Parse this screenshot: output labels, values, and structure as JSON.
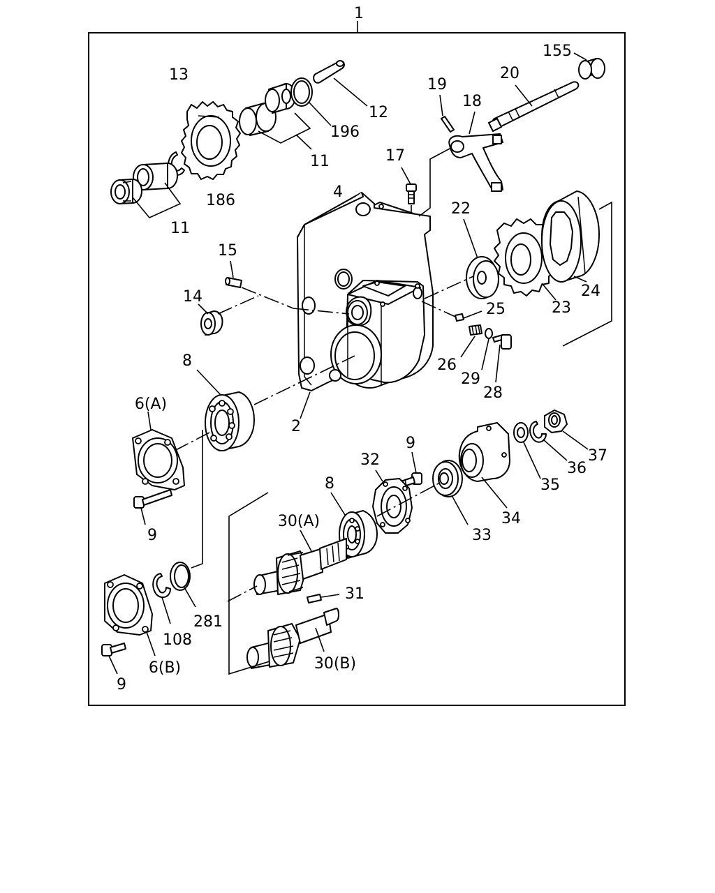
{
  "diagram": {
    "labels": {
      "assembly": "1",
      "l_155": "155",
      "l_13": "13",
      "l_20": "20",
      "l_12": "12",
      "l_19": "19",
      "l_18": "18",
      "l_196": "196",
      "l_11_top": "11",
      "l_17": "17",
      "l_186": "186",
      "l_4": "4",
      "l_11_left": "11",
      "l_22": "22",
      "l_15": "15",
      "l_24": "24",
      "l_14": "14",
      "l_23": "23",
      "l_25": "25",
      "l_8_top": "8",
      "l_26": "26",
      "l_29": "29",
      "l_6a": "6(A)",
      "l_28": "28",
      "l_2": "2",
      "l_9_mid": "9",
      "l_37": "37",
      "l_32": "32",
      "l_36": "36",
      "l_35": "35",
      "l_9_left": "9",
      "l_30a": "30(A)",
      "l_8_mid": "8",
      "l_34": "34",
      "l_33": "33",
      "l_31": "31",
      "l_281": "281",
      "l_108": "108",
      "l_6b": "6(B)",
      "l_30b": "30(B)",
      "l_9_bottom": "9"
    }
  }
}
